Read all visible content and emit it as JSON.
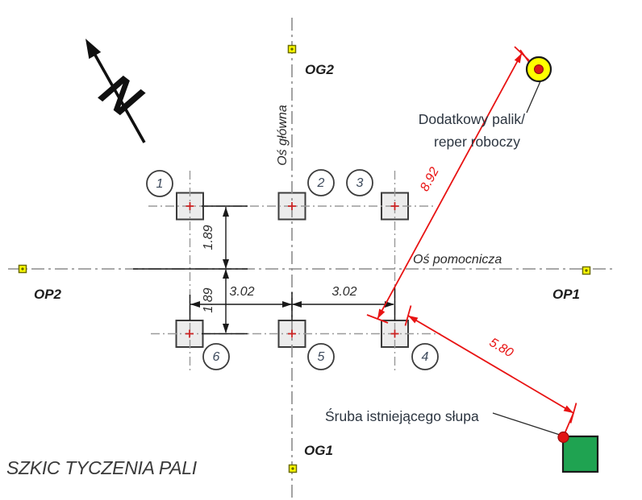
{
  "title": "SZKIC TYCZENIA PALI",
  "north": {
    "label": "N"
  },
  "axes": {
    "main_label": "Oś główna",
    "aux_label": "Oś pomocnicza",
    "endpoints": {
      "og2": "OG2",
      "og1": "OG1",
      "op1": "OP1",
      "op2": "OP2"
    }
  },
  "piles": [
    {
      "no": "1"
    },
    {
      "no": "2"
    },
    {
      "no": "3"
    },
    {
      "no": "4"
    },
    {
      "no": "5"
    },
    {
      "no": "6"
    }
  ],
  "dimensions": {
    "row_upper": "1.89",
    "row_lower": "1.89",
    "col_left": "3.02",
    "col_right": "3.02",
    "tie_benchmark": "8.92",
    "tie_bolt": "5.80"
  },
  "annotations": {
    "benchmark_line1": "Dodatkowy palik/",
    "benchmark_line2": "reper roboczy",
    "bolt": "Śruba istniejącego słupa"
  },
  "colors": {
    "dimension_red": "#e81313",
    "marker_yellow": "#ffff00",
    "existing_pole_green": "#1fa351",
    "axis_gray": "#8c8c8c",
    "pile_fill": "#ececec"
  }
}
